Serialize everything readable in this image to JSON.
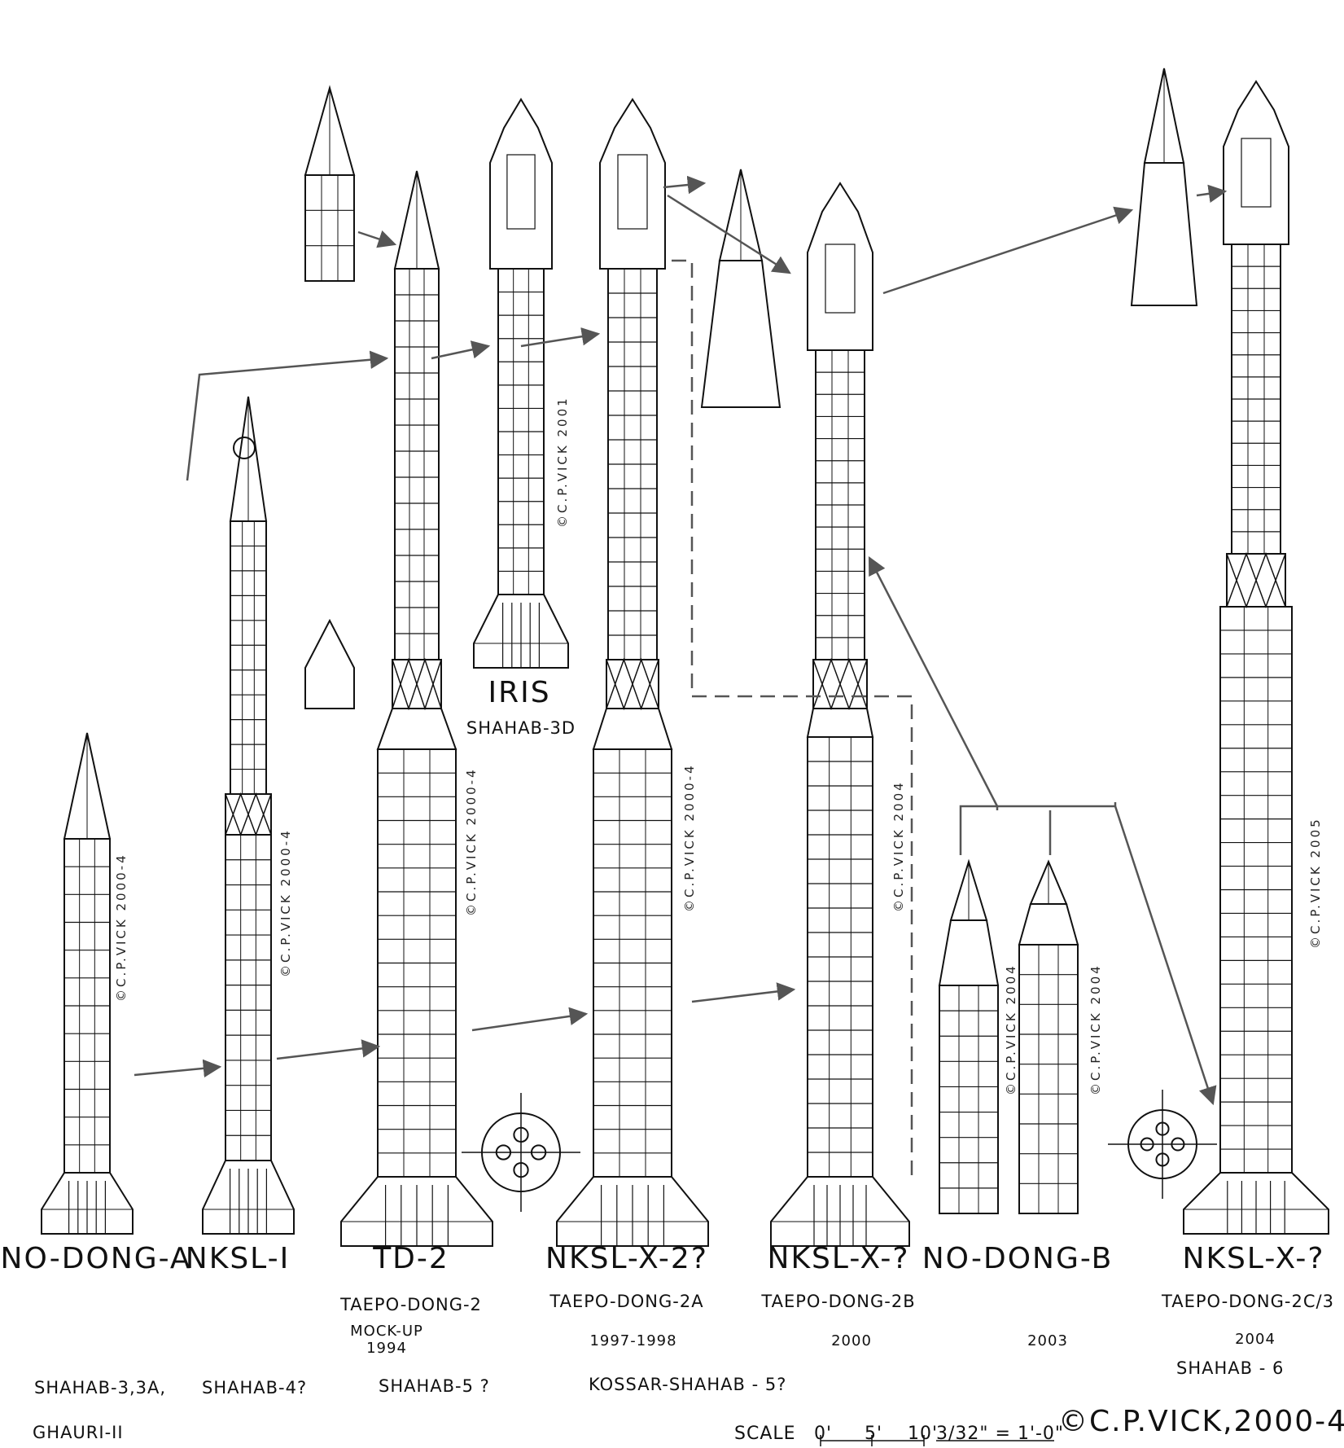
{
  "vehicles": [
    {
      "name": "NO-DONG-A",
      "designation": "",
      "note": "",
      "year": ""
    },
    {
      "name": "NKSL-I",
      "designation": "",
      "note": "",
      "year": ""
    },
    {
      "name": "TD-2",
      "designation": "TAEPO-DONG-2",
      "note": "MOCK-UP",
      "year": "1994"
    },
    {
      "name": "IRIS",
      "designation": "SHAHAB-3D",
      "note": "",
      "year": ""
    },
    {
      "name": "NKSL-X-2?",
      "designation": "TAEPO-DONG-2A",
      "note": "",
      "year": "1997-1998"
    },
    {
      "name": "NKSL-X-?",
      "designation": "TAEPO-DONG-2B",
      "note": "",
      "year": "2000"
    },
    {
      "name": "NO-DONG-B",
      "designation": "",
      "note": "",
      "year": "2003"
    },
    {
      "name": "NKSL-X-?",
      "designation": "TAEPO-DONG-2C/3",
      "note": "",
      "year": "2004"
    }
  ],
  "derivatives": {
    "no_dong_a_1": "SHAHAB-3,3A,",
    "no_dong_a_2": "GHAURI-II",
    "nksl_1": "SHAHAB-4?",
    "td2": "SHAHAB-5 ?",
    "nksl_x2": "KOSSAR-SHAHAB - 5?",
    "td2c": "SHAHAB - 6"
  },
  "signatures": {
    "s1": "©C.P.VICK 2000-4",
    "s2": "©C.P.VICK 2000-4",
    "s3": "©C.P.VICK 2000-4",
    "s4": "©C.P.VICK 2001",
    "s5": "©C.P.VICK 2000-4",
    "s6": "©C.P.VICK 2004",
    "s7": "©C.P.VICK 2004",
    "s8": "©C.P.VICK 2004",
    "s9": "©C.P.VICK 2005"
  },
  "scale": {
    "label": "SCALE",
    "ticks": [
      "0'",
      "5'",
      "10'"
    ],
    "ratio": "3/32\" = 1'-0\""
  },
  "copyright": "©C.P.VICK,2000-4"
}
